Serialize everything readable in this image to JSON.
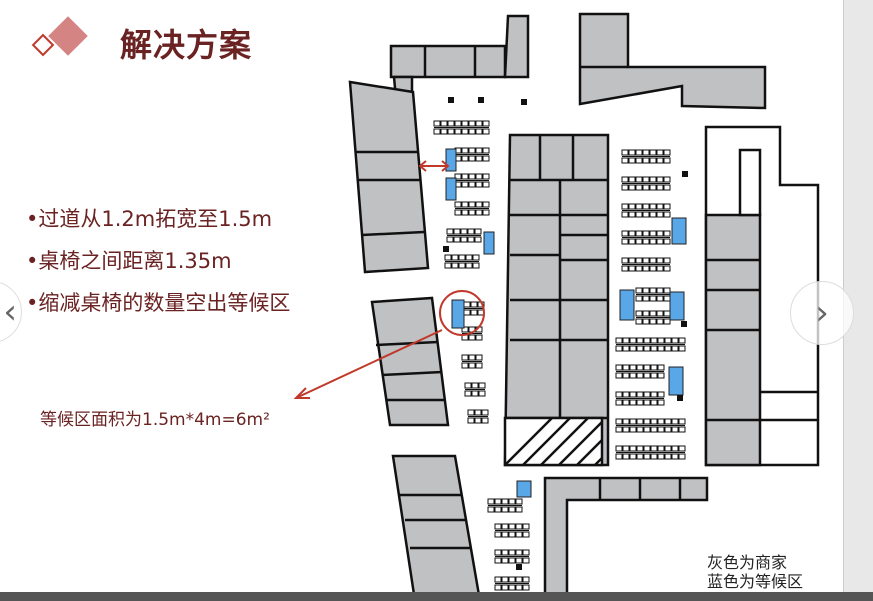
{
  "slide": {
    "title": "解决方案",
    "bullets": [
      "•过道从1.2m拓宽至1.5m",
      "•桌椅之间距离1.35m",
      "•缩减桌椅的数量空出等候区"
    ],
    "annotation": "等候区面积为1.5m*4m=6m²",
    "legend": [
      "灰色为商家",
      "蓝色为等候区"
    ]
  },
  "nav": {
    "prev": "‹",
    "next": "›"
  },
  "colors": {
    "title": "#6b2222",
    "shop": "#c0c1c3",
    "waiting": "#5aa7e8",
    "marker": "#c0392b",
    "diamond": "#d48483"
  }
}
